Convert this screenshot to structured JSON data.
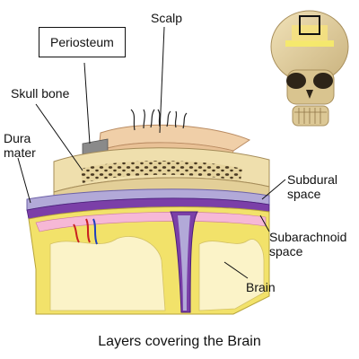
{
  "labels": {
    "scalp": "Scalp",
    "periosteum": "Periosteum",
    "skull_bone": "Skull bone",
    "dura_line1": "Dura",
    "dura_line2": "mater",
    "subdural_line1": "Subdural",
    "subdural_line2": "space",
    "subarachnoid_line1": "Subarachnoid",
    "subarachnoid_line2": "space",
    "brain": "Brain"
  },
  "caption": "Layers covering the Brain",
  "colors": {
    "skull": "#ead9a6",
    "bone_pores": "#4a3a22",
    "scalp": "#f0cfa8",
    "dura": "#9a8fd0",
    "arachnoid": "#7b3fa8",
    "pia": "#f6b8d6",
    "gray_matter": "#f2e26a",
    "white_matter": "#fbf3c8",
    "periosteum": "#8a8a8a"
  },
  "icons": [
    "skull-thumbnail-icon",
    "hair-icon"
  ]
}
